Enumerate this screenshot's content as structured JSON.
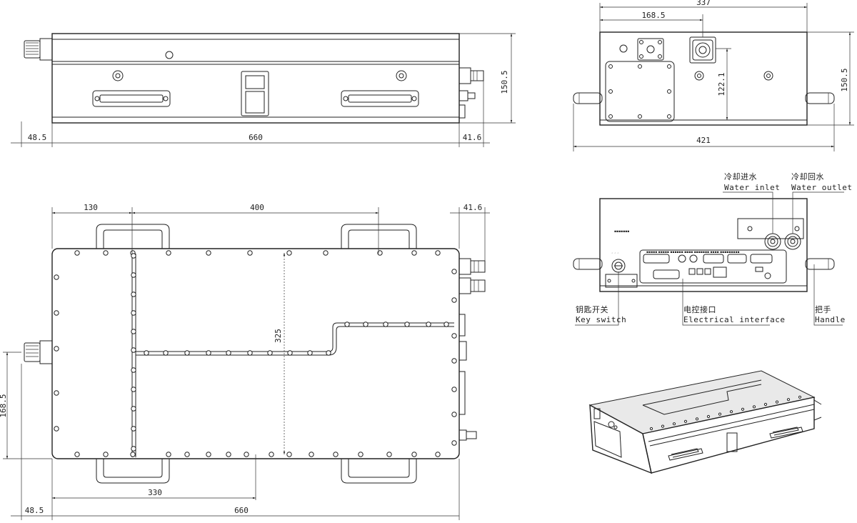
{
  "front_view": {
    "dim_height": "150.5",
    "dim_left": "48.5",
    "dim_width": "660",
    "dim_right": "41.6"
  },
  "side_view": {
    "dim_total": "337",
    "dim_half": "168.5",
    "dim_inner_height": "122.1",
    "dim_height": "150.5",
    "dim_width": "421"
  },
  "top_view": {
    "dim_130": "130",
    "dim_400": "400",
    "dim_right": "41.6",
    "dim_325": "325",
    "dim_168": "168.5",
    "dim_330": "330",
    "dim_left": "48.5",
    "dim_width": "660"
  },
  "rear_view": {
    "water_inlet_cn": "冷却进水",
    "water_inlet_en": "Water inlet",
    "water_outlet_cn": "冷却回水",
    "water_outlet_en": "Water outlet",
    "key_switch_cn": "钥匙开关",
    "key_switch_en": "Key switch",
    "electrical_cn": "电控接口",
    "electrical_en": "Electrical interface",
    "handle_cn": "把手",
    "handle_en": "Handle"
  }
}
